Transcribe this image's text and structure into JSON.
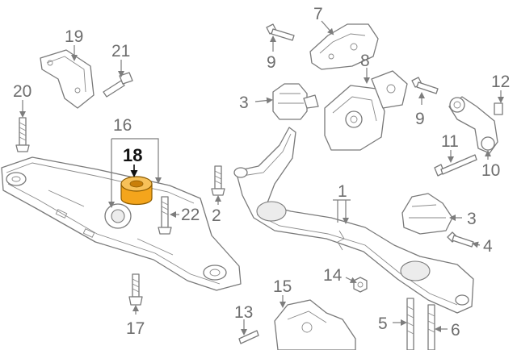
{
  "diagram": {
    "highlight_color": "#f4a51c",
    "line_color": "#7a7a7a",
    "callouts": {
      "c1": "1",
      "c2": "2",
      "c3a": "3",
      "c3b": "3",
      "c4": "4",
      "c5": "5",
      "c6": "6",
      "c7": "7",
      "c8": "8",
      "c9a": "9",
      "c9b": "9",
      "c10": "10",
      "c11": "11",
      "c12": "12",
      "c13": "13",
      "c14": "14",
      "c15": "15",
      "c16": "16",
      "c17": "17",
      "c18": "18",
      "c19": "19",
      "c20": "20",
      "c21": "21",
      "c22": "22"
    }
  }
}
